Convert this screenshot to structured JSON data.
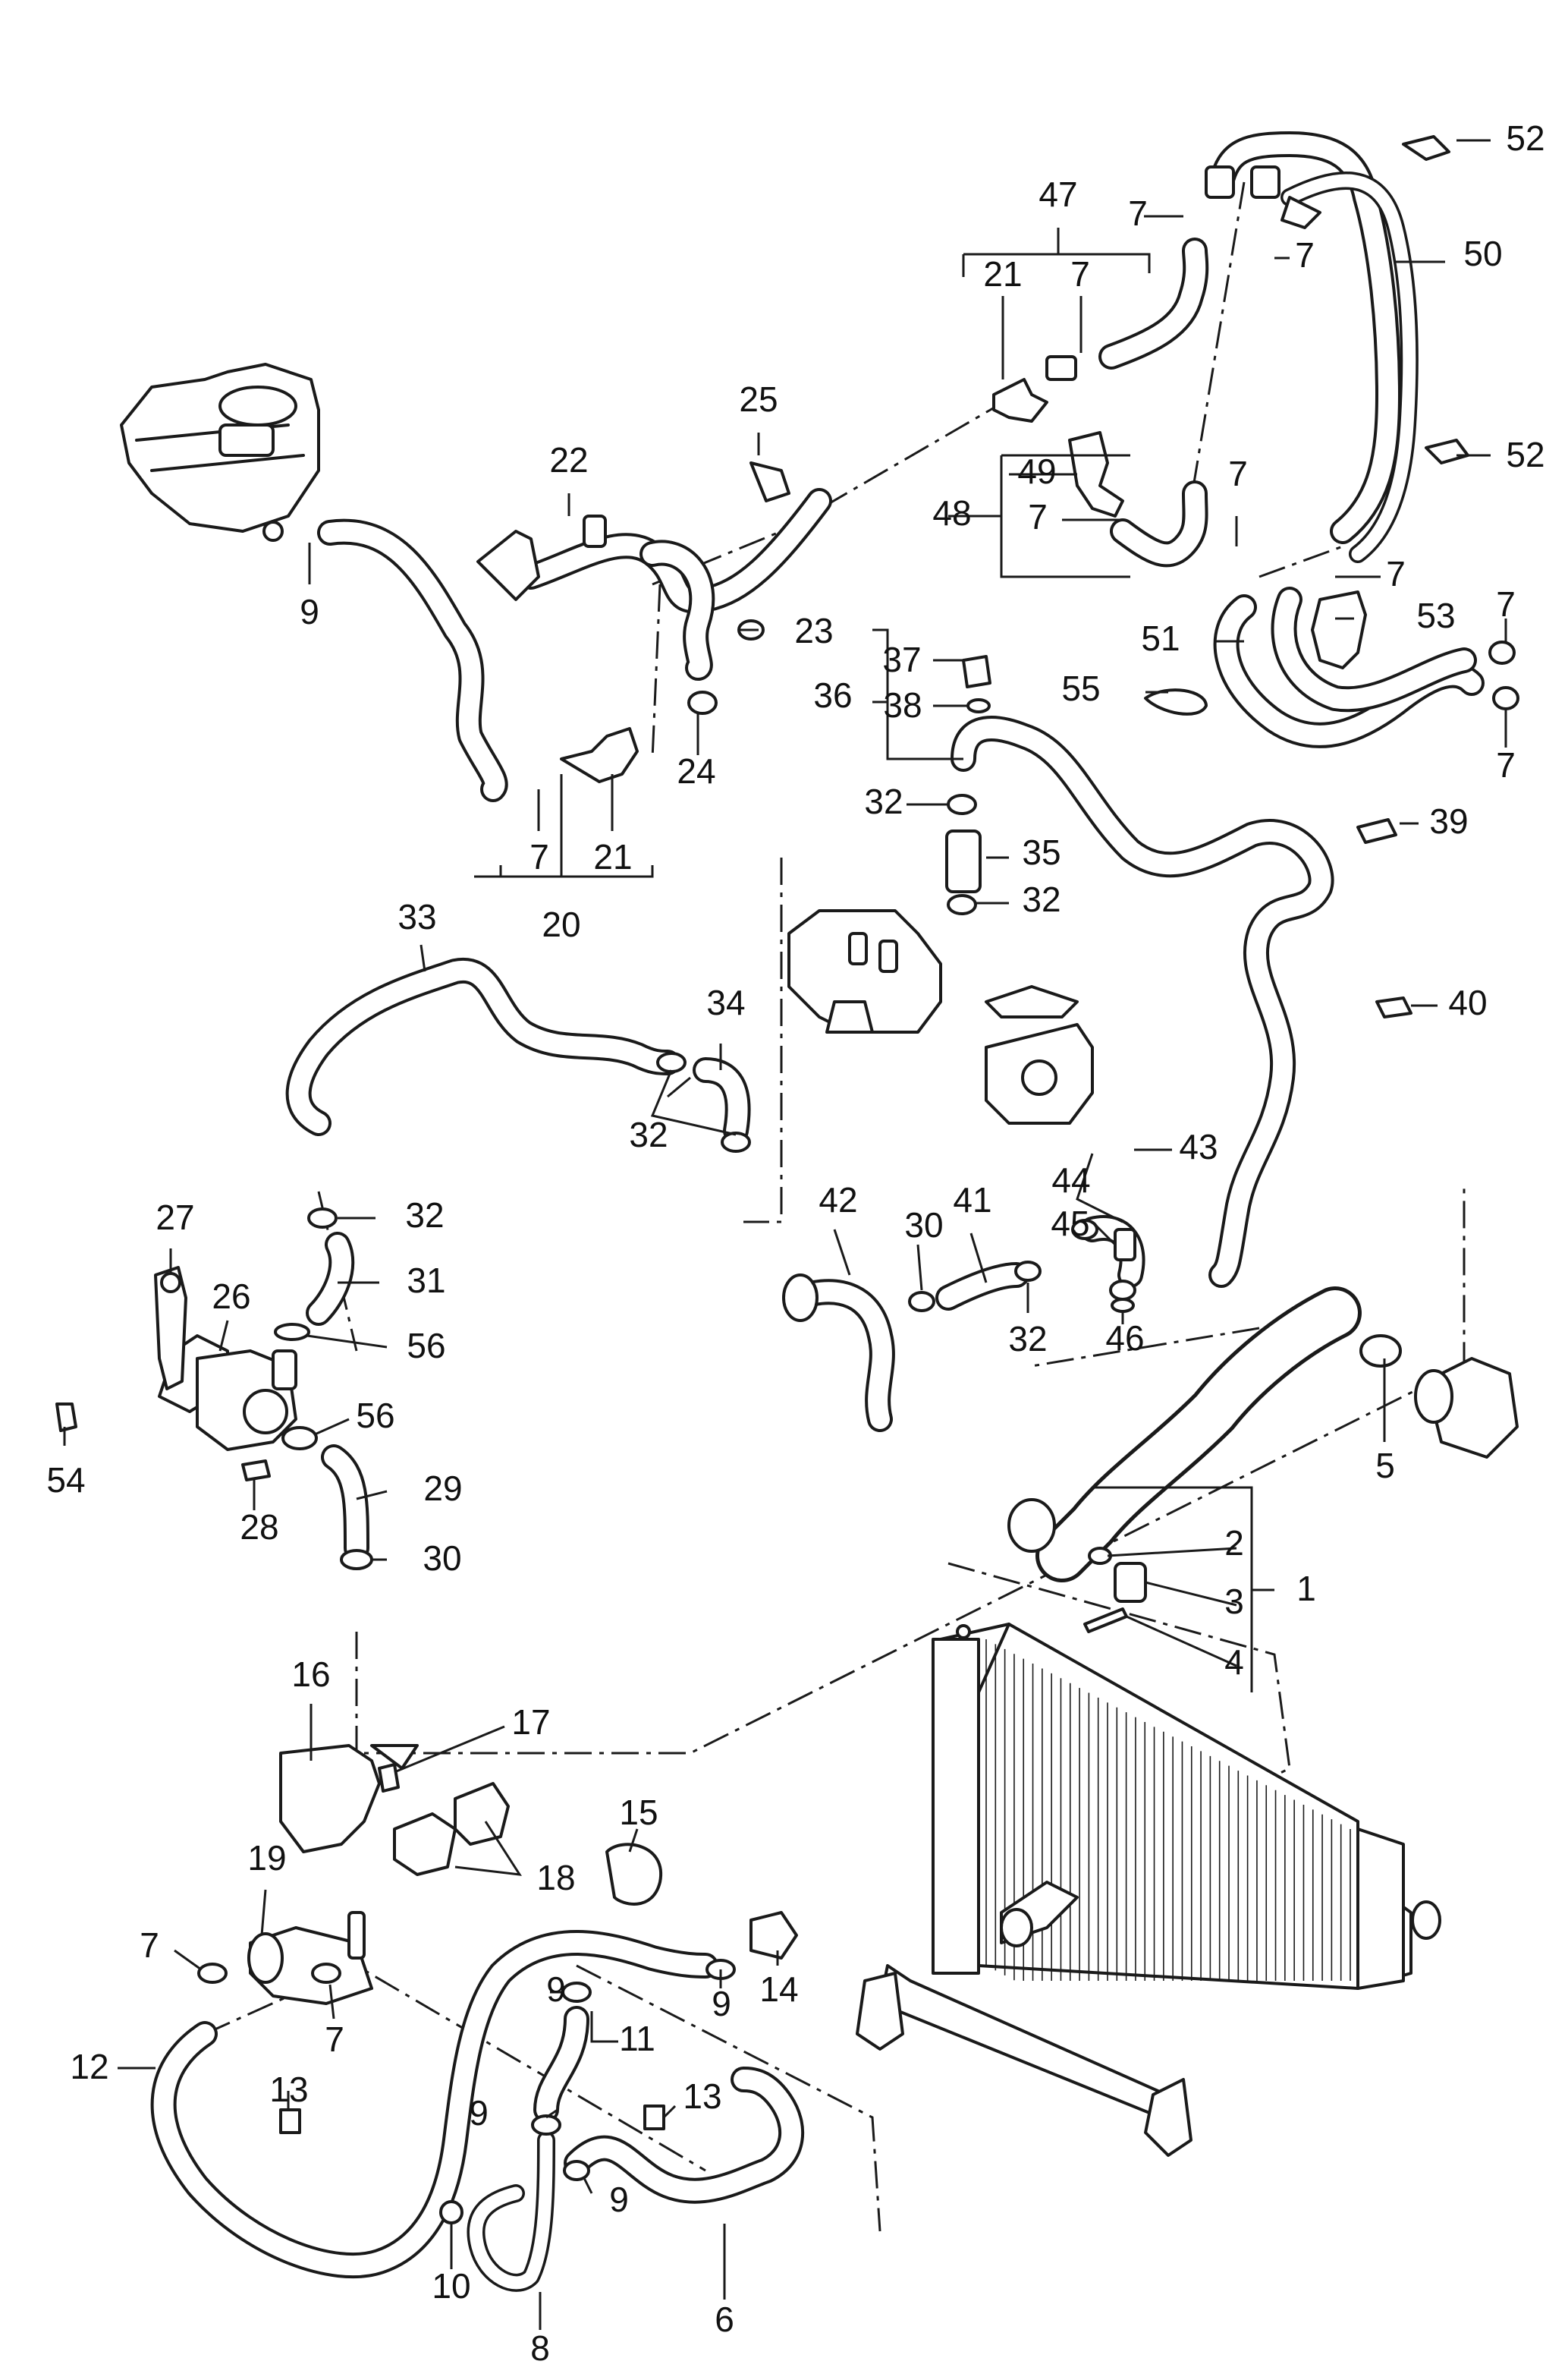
{
  "diagram": {
    "labels": {
      "1": "1",
      "2": "2",
      "3": "3",
      "4": "4",
      "5": "5",
      "6": "6",
      "7": "7",
      "8": "8",
      "9": "9",
      "10": "10",
      "11": "11",
      "12": "12",
      "13": "13",
      "14": "14",
      "15": "15",
      "16": "16",
      "17": "17",
      "18": "18",
      "19": "19",
      "20": "20",
      "21": "21",
      "22": "22",
      "23": "23",
      "24": "24",
      "25": "25",
      "26": "26",
      "27": "27",
      "28": "28",
      "29": "29",
      "30": "30",
      "31": "31",
      "32": "32",
      "33": "33",
      "34": "34",
      "35": "35",
      "36": "36",
      "37": "37",
      "38": "38",
      "39": "39",
      "40": "40",
      "41": "41",
      "42": "42",
      "43": "43",
      "44": "44",
      "45": "45",
      "46": "46",
      "47": "47",
      "48": "48",
      "49": "49",
      "50": "50",
      "51": "51",
      "52": "52",
      "53": "53",
      "54": "54",
      "55": "55",
      "56": "56"
    }
  }
}
